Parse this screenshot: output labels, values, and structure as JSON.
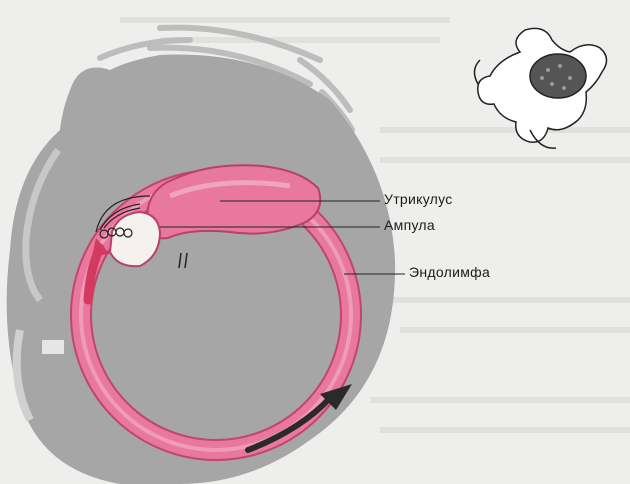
{
  "figure": {
    "labels": {
      "utriculus": "Утрикулус",
      "ampula": "Ампула",
      "endolimfa": "Эндолимфа"
    },
    "colors": {
      "canal": "#e8789e",
      "canal_dark": "#d05078",
      "head": "#a4a4a4",
      "page": "#eeeeec"
    },
    "icons": [
      "head-silhouette",
      "semicircular-canal",
      "hair-cells",
      "flow-arrow",
      "inset-labyrinth-sketch"
    ]
  }
}
